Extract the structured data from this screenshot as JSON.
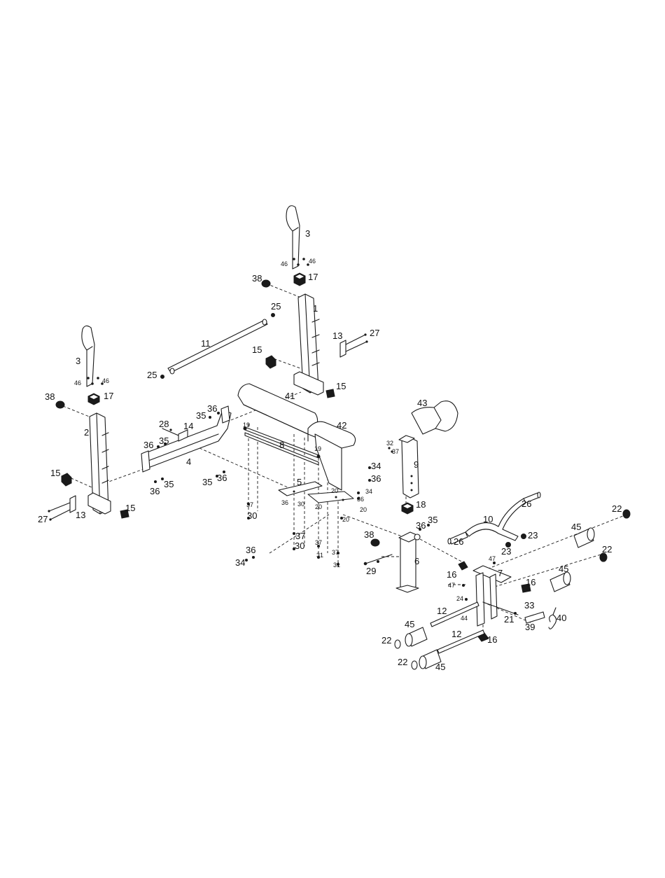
{
  "diagram": {
    "callouts": {
      "c1": "1",
      "c2": "2",
      "c3a": "3",
      "c3b": "3",
      "c4": "4",
      "c5": "5",
      "c6": "6",
      "c7": "7",
      "c8": "8",
      "c9": "9",
      "c10": "10",
      "c11": "11",
      "c12a": "12",
      "c12b": "12",
      "c13a": "13",
      "c13b": "13",
      "c14": "14",
      "c15a": "15",
      "c15b": "15",
      "c15c": "15",
      "c15d": "15",
      "c16a": "16",
      "c16b": "16",
      "c16c": "16",
      "c17a": "17",
      "c17b": "17",
      "c18": "18",
      "c19a": "19",
      "c19b": "19",
      "c20a": "20",
      "c20b": "20",
      "c20c": "20",
      "c20d": "20",
      "c21": "21",
      "c22a": "22",
      "c22b": "22",
      "c22c": "22",
      "c22d": "22",
      "c23a": "23",
      "c23b": "23",
      "c24": "24",
      "c25a": "25",
      "c25b": "25",
      "c26a": "26",
      "c26b": "26",
      "c27a": "27",
      "c27b": "27",
      "c28": "28",
      "c29": "29",
      "c30a": "30",
      "c30b": "30",
      "c30c": "30",
      "c31a": "31",
      "c31b": "31",
      "c32": "32",
      "c33": "33",
      "c34a": "34",
      "c34b": "34",
      "c34c": "34",
      "c35a": "35",
      "c35b": "35",
      "c35c": "35",
      "c35d": "35",
      "c35e": "35",
      "c36a": "36",
      "c36b": "36",
      "c36c": "36",
      "c36d": "36",
      "c36e": "36",
      "c36f": "36",
      "c36g": "36",
      "c36h": "36",
      "c36i": "36",
      "c37a": "37",
      "c37b": "37",
      "c37c": "37",
      "c37d": "37",
      "c37e": "37",
      "c38a": "38",
      "c38b": "38",
      "c38c": "38",
      "c39": "39",
      "c40": "40",
      "c41": "41",
      "c42": "42",
      "c43": "43",
      "c44": "44",
      "c45a": "45",
      "c45b": "45",
      "c45c": "45",
      "c45d": "45",
      "c46a": "46",
      "c46b": "46",
      "c46c": "46",
      "c46d": "46",
      "c47a": "47",
      "c47b": "47"
    }
  }
}
